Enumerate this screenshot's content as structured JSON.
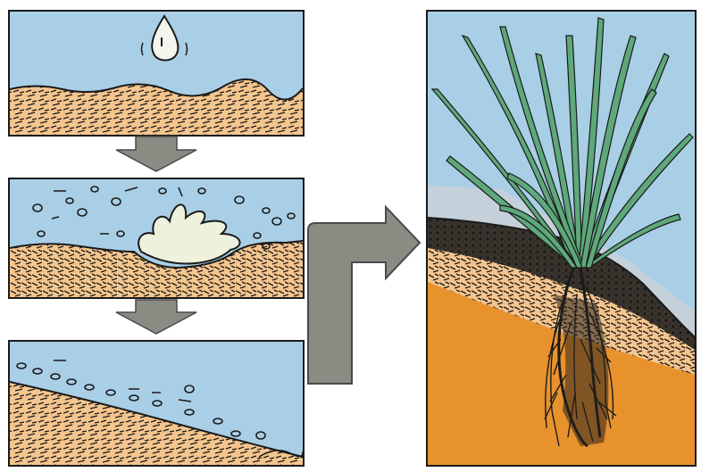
{
  "figure": {
    "panels": [
      {
        "id": "raindrop-impact",
        "order": 1
      },
      {
        "id": "splash-erosion",
        "order": 2
      },
      {
        "id": "runoff-transport",
        "order": 3
      },
      {
        "id": "vegetated-slope",
        "order": 4
      }
    ],
    "arrows": [
      {
        "from": "raindrop-impact",
        "to": "splash-erosion",
        "direction": "down"
      },
      {
        "from": "splash-erosion",
        "to": "runoff-transport",
        "direction": "down"
      },
      {
        "from": "runoff-transport",
        "to": "vegetated-slope",
        "direction": "right-up"
      }
    ]
  },
  "colors": {
    "sky": "#a9cfe6",
    "soil": "#f5c58e",
    "subsoil": "#e8922e",
    "grass": "#5ea87a",
    "arrow": "#8a8c84",
    "splash": "#eef2dd",
    "outline": "#1a1a1a"
  }
}
